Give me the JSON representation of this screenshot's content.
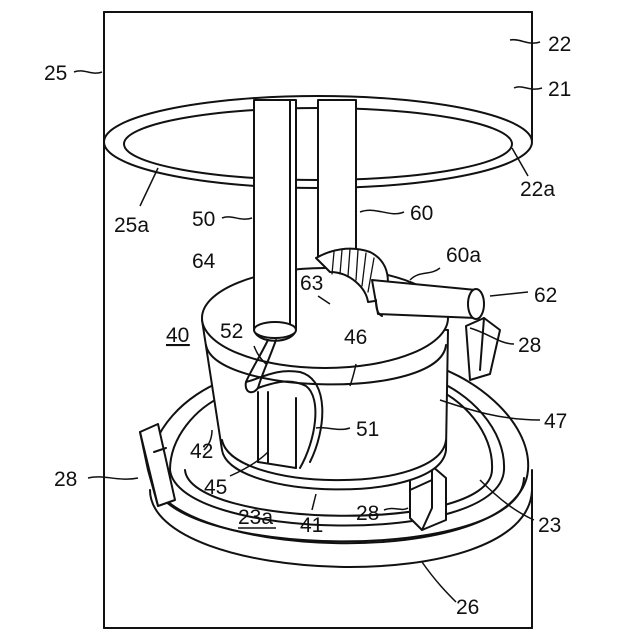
{
  "labels": {
    "n22": "22",
    "n21": "21",
    "n25": "25",
    "n22a": "22a",
    "n25a": "25a",
    "n50": "50",
    "n60": "60",
    "n64": "64",
    "n60a": "60a",
    "n63": "63",
    "n62": "62",
    "n40": "40",
    "n52": "52",
    "n46": "46",
    "n28a": "28",
    "n47": "47",
    "n51": "51",
    "n42": "42",
    "n28b": "28",
    "n45": "45",
    "n23": "23",
    "n28c": "28",
    "n23a": "23a",
    "n41": "41",
    "n26": "26"
  }
}
